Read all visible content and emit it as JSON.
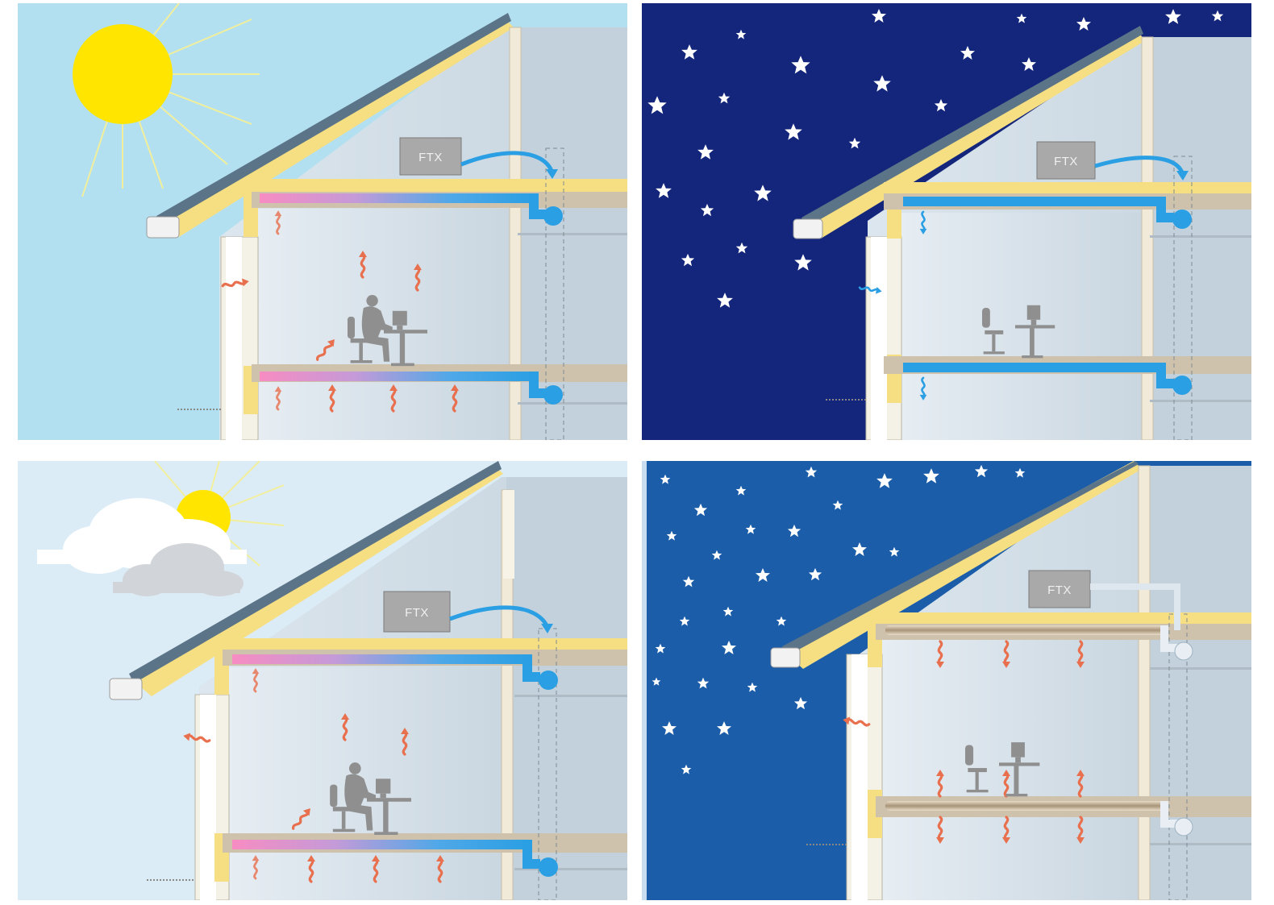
{
  "colors": {
    "day_sky": "#b2e0f0",
    "day_sky_cloudy": "#dcecf6",
    "night_sky": "#13267c",
    "night_sky_light": "#1b5da9",
    "sun": "#ffe500",
    "wall_interior": "#d8e2ea",
    "insulation": "#f6df82",
    "beam": "#cfc2ad",
    "warm_duct": "#f28ac0",
    "cool_duct": "#2b9fe3",
    "heat_wave": "#e8704e",
    "ftx_box": "#a9a9a9",
    "person": "#8f8f8f"
  },
  "panels": [
    {
      "id": "day-sunny",
      "sky": "sunny",
      "ftx_label": "FTX",
      "duct_mode": "warm-to-cool",
      "floor_heating": false
    },
    {
      "id": "night-clear",
      "sky": "night",
      "ftx_label": "FTX",
      "duct_mode": "cool",
      "floor_heating": false
    },
    {
      "id": "day-cloudy",
      "sky": "cloudy",
      "ftx_label": "FTX",
      "duct_mode": "warm-to-cool",
      "floor_heating": false
    },
    {
      "id": "night-heating",
      "sky": "night-light",
      "ftx_label": "FTX",
      "duct_mode": "off",
      "floor_heating": true
    }
  ]
}
